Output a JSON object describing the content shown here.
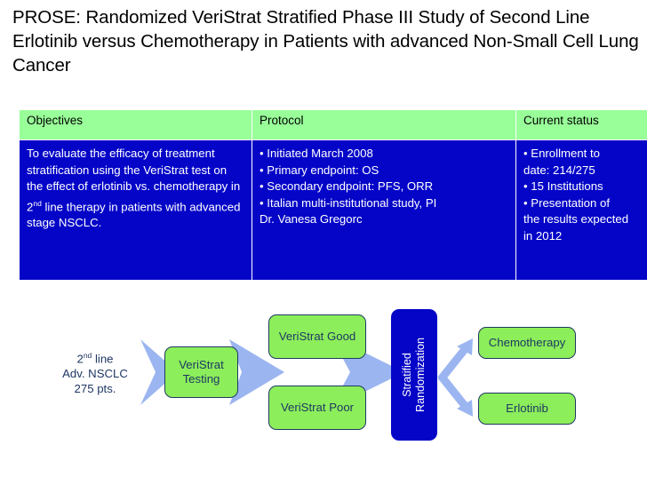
{
  "title": {
    "prose_label": "PROSE",
    "text": "PROSE: Randomized VeriStrat Stratified Phase III Study of Second Line Erlotinib versus Chemotherapy in Patients with advanced Non-Small Cell Lung Cancer"
  },
  "colors": {
    "header_green": "#99FF99",
    "table_blue": "#0505C8",
    "box_green": "#8CEE5A",
    "arrow_blue": "#9BB5F0",
    "dark_navy": "#1F3864"
  },
  "table": {
    "headers": [
      "Objectives",
      "Protocol",
      "Current status"
    ],
    "objectives": {
      "pre_superscript": "To evaluate the efficacy of treatment stratification using the VeriStrat test on the effect of erlotinib vs. chemotherapy in 2",
      "superscript": "nd",
      "post_superscript": " line therapy in patients with advanced stage NSCLC."
    },
    "protocol": [
      "•  Initiated March 2008",
      "•  Primary endpoint: OS",
      "•  Secondary endpoint: PFS,   ORR",
      "•  Italian multi-institutional study,   PI",
      "Dr. Vanesa Gregorc"
    ],
    "current_status": [
      "•   Enrollment to",
      "date: 214/275",
      "•   15 Institutions",
      "•   Presentation of",
      "the results expected",
      "in 2012"
    ]
  },
  "diagram": {
    "intake": {
      "line1_pre": "2",
      "line1_sup": "nd",
      "line1_post": " line",
      "line2": "Adv. NSCLC",
      "line3": "275 pts."
    },
    "boxes": {
      "veristrat_testing": "VeriStrat Testing",
      "veristrat_testing_l1": "VeriStrat",
      "veristrat_testing_l2": "Testing",
      "veristrat_good": "VeriStrat Good",
      "veristrat_poor": "VeriStrat Poor",
      "randomization_l1": "Stratified",
      "randomization_l2": "Randomization",
      "chemotherapy": "Chemotherapy",
      "erlotinib": "Erlotinib"
    }
  }
}
